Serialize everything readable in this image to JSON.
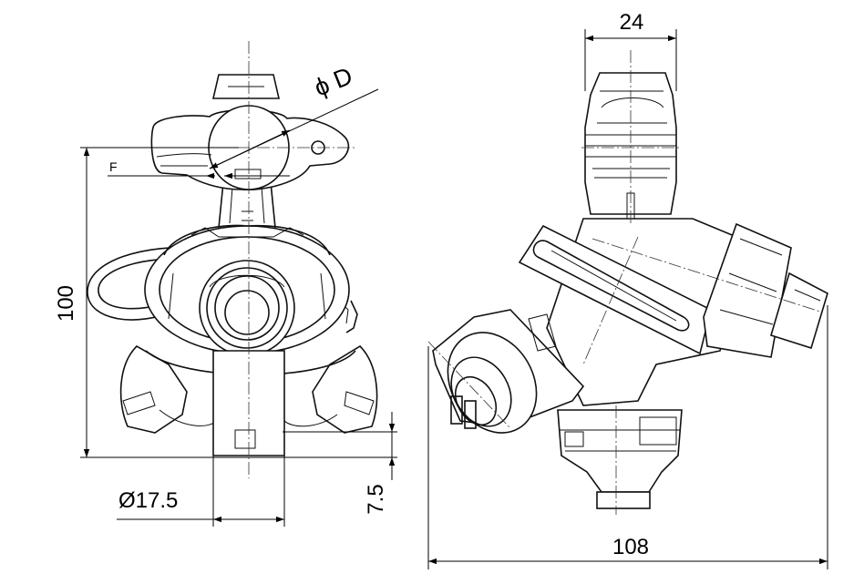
{
  "front_view": {
    "dim_height": "100",
    "dim_diameter": "Ø17.5",
    "dim_offset": "7.5",
    "label_clamp_diameter": "ϕ D",
    "label_f": "F"
  },
  "side_view": {
    "dim_width_top": "24",
    "dim_width_total": "108"
  }
}
